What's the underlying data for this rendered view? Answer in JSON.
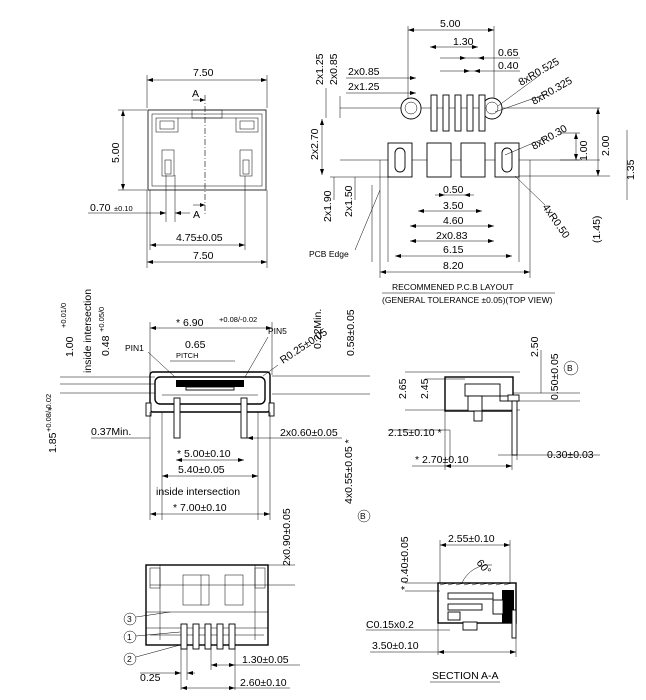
{
  "top_view": {
    "dim_width_top": "7.50",
    "dim_height": "5.00",
    "section_mark_top": "A",
    "section_mark_bottom": "A",
    "dim_pitch_left": "0.70",
    "dim_pitch_left_tol": "±0.10",
    "dim_inner": "4.75±0.05",
    "dim_width_bottom": "7.50"
  },
  "pcb_layout": {
    "dim_overall_top": "5.00",
    "dim_130": "1.30",
    "dim_065": "0.65",
    "dim_040": "0.40",
    "dim_2x125_v": "2x1.25",
    "dim_2x085_v": "2x0.85",
    "dim_2x085_h": "2x0.85",
    "dim_2x125_h": "2x1.25",
    "dim_8xr0525": "8xR0.525",
    "dim_8xr0325": "8xR0.325",
    "dim_2x270": "2x2.70",
    "dim_8xr030": "8xR0.30",
    "dim_100": "1.00",
    "dim_200": "2.00",
    "dim_135": "1.35",
    "dim_2x190": "2x1.90",
    "dim_2x150": "2x1.50",
    "dim_050": "0.50",
    "dim_350": "3.50",
    "dim_460": "4.60",
    "dim_2x083": "2x0.83",
    "dim_615": "6.15",
    "dim_820": "8.20",
    "dim_4xr050": "4xR0.50",
    "dim_145": "(1.45)",
    "pcb_edge": "PCB Edge",
    "title": "RECOMMENED P.C.B LAYOUT",
    "subtitle": "(GENERAL TOLERANCE ±0.05)(TOP VIEW)"
  },
  "front_view": {
    "dim_100": "1.00",
    "dim_100_tol": "+0.01/0",
    "inside_intersection_v": "inside intersection",
    "dim_048": "0.48",
    "dim_048_tol": "+0.05/0",
    "dim_690": "* 6.90",
    "dim_690_tol": "+0.08/-0.02",
    "pin1": "PIN1",
    "pin5": "PIN5",
    "dim_065": "0.65",
    "pitch": "PITCH",
    "dim_r025": "R0.25±0.05",
    "dim_022": "0.22Min.",
    "dim_058": "0.58±0.05",
    "dim_185": "1.85",
    "dim_185_tol": "+0.08/-0.02",
    "star": "*",
    "dim_037": "0.37Min.",
    "dim_2x060": "2x0.60±0.05",
    "dim_500": "* 5.00±0.10",
    "dim_540": "5.40±0.05",
    "inside_intersection_h": "inside intersection",
    "dim_700": "* 7.00±0.10",
    "dim_4x055": "4x0.55±0.05 *",
    "mark_b": "B"
  },
  "side_view": {
    "dim_250": "2.50",
    "mark_b": "B",
    "dim_265": "2.65",
    "dim_245": "2.45",
    "dim_050": "0.50±0.05",
    "dim_215": "2.15±0.10 *",
    "dim_270": "* 2.70±0.10",
    "dim_030": "0.30±0.03"
  },
  "bottom_view": {
    "dim_2x090": "2x0.90±0.05",
    "callout_3": "3",
    "callout_1": "1",
    "callout_2": "2",
    "dim_025": "0.25",
    "dim_130": "1.30±0.05",
    "dim_260": "2.60±0.10"
  },
  "section_view": {
    "dim_040": "* 0.40±0.05",
    "dim_255": "2.55±0.10",
    "dim_60": "60°",
    "dim_c015": "C0.15x0.2",
    "dim_350": "3.50±0.10",
    "title": "SECTION A-A"
  }
}
